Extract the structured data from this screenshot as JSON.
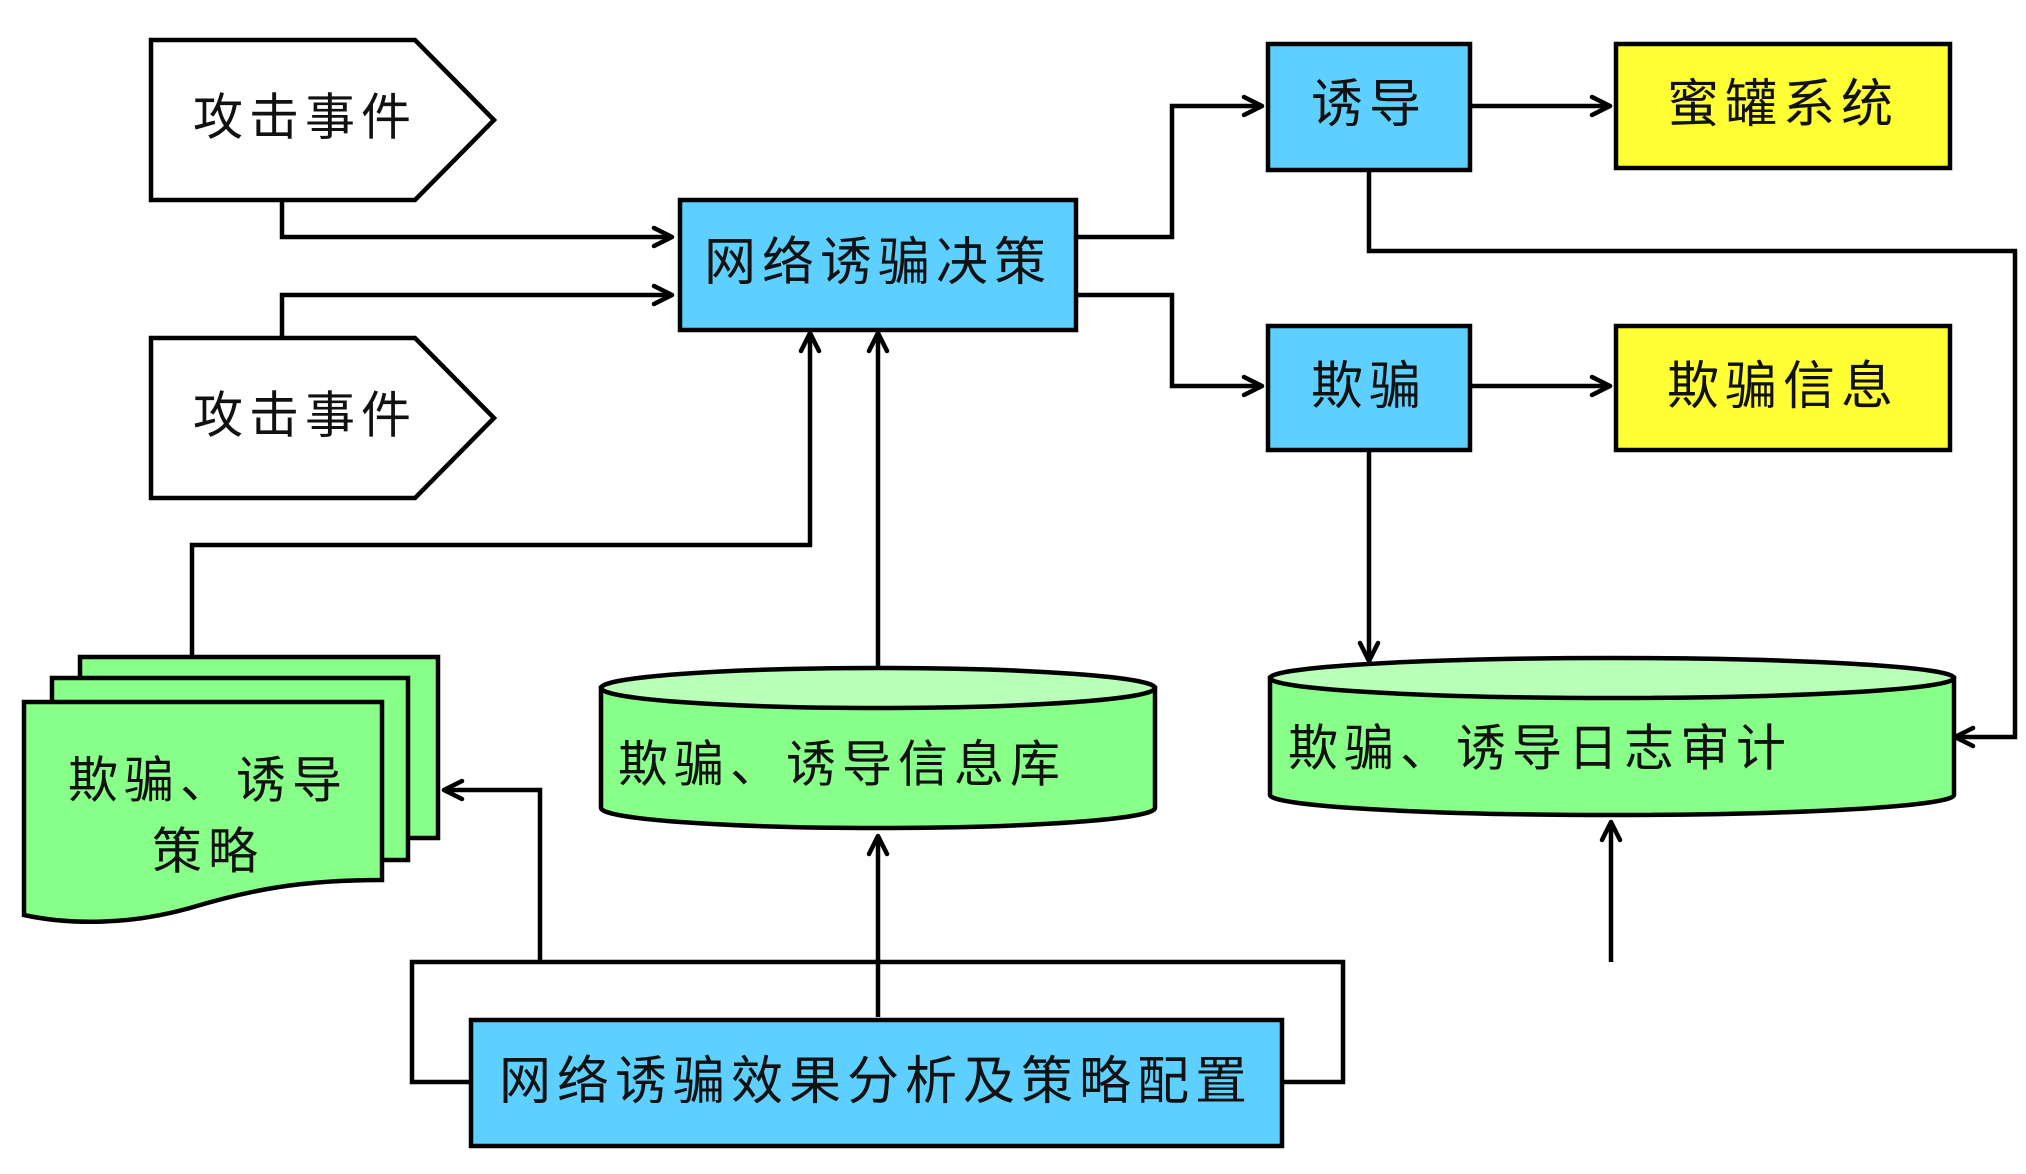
{
  "colors": {
    "blue": "#5dd0ff",
    "yellow": "#ffff33",
    "green": "#88ff88",
    "green_light": "#b8ffb8",
    "white": "#ffffff",
    "line": "#000000"
  },
  "nodes": {
    "attack_event_1": "攻击事件",
    "attack_event_2": "攻击事件",
    "decision": "网络诱骗决策",
    "lure": "诱导",
    "deceive": "欺骗",
    "honeypot": "蜜罐系统",
    "deception_info": "欺骗信息",
    "strategy_doc": {
      "line1": "欺骗、诱导",
      "line2": "策略"
    },
    "info_db": "欺骗、诱导信息库",
    "log_db": "欺骗、诱导日志审计",
    "analysis": "网络诱骗效果分析及策略配置"
  }
}
